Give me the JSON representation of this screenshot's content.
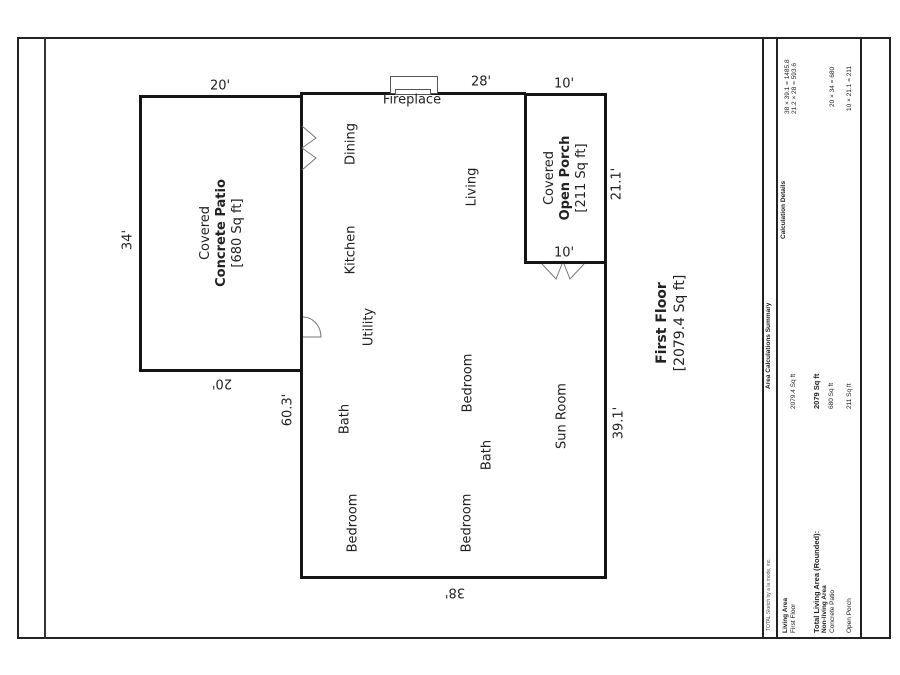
{
  "page": {
    "orientation": "landscape-rotated",
    "line_color": "#151515"
  },
  "floor_plan": {
    "patio": {
      "line1": "Covered",
      "line2": "Concrete Patio",
      "line3": "[680 Sq ft]",
      "dim_top": "20'",
      "dim_bottom": "20'",
      "dim_left": "34'"
    },
    "porch": {
      "line1": "Covered",
      "line2": "Open Porch",
      "line3": "[211 Sq ft]",
      "dim_top": "10'",
      "dim_bottom": "10'",
      "dim_right": "21.1'"
    },
    "house": {
      "dim_top": "28'",
      "dim_left": "60.3'",
      "dim_right": "39.1'",
      "dim_bottom": "38'"
    },
    "rooms": {
      "fireplace": "Fireplace",
      "dining": "Dining",
      "living": "Living",
      "kitchen": "Kitchen",
      "utility": "Utility",
      "bath1": "Bath",
      "bedroom1": "Bedroom",
      "bedroom2": "Bedroom",
      "bath2": "Bath",
      "sun_room": "Sun Room",
      "bedroom3": "Bedroom"
    },
    "floor_label": {
      "name": "First Floor",
      "area": "[2079.4 Sq ft]"
    }
  },
  "summary": {
    "credit": "TOTAL Sketch by a la mode, inc.",
    "title": "Area Calculations Summary",
    "calc_header": "Calculation Details",
    "living_area_header": "Living Area",
    "rows": [
      {
        "label": "First Floor",
        "area": "2079.4 Sq ft",
        "calc": [
          "38 × 39.1 = 1485.8",
          "21.2 × 28 = 593.6"
        ]
      }
    ],
    "total_label": "Total Living Area (Rounded):",
    "total_value": "2079 Sq ft",
    "non_living_header": "Non-living Area",
    "non_living_rows": [
      {
        "label": "Concrete Patio",
        "area": "680 Sq ft",
        "calc": "20 × 34 = 680"
      },
      {
        "label": "Open Porch",
        "area": "211 Sq ft",
        "calc": "10 × 21.1 = 211"
      }
    ]
  }
}
